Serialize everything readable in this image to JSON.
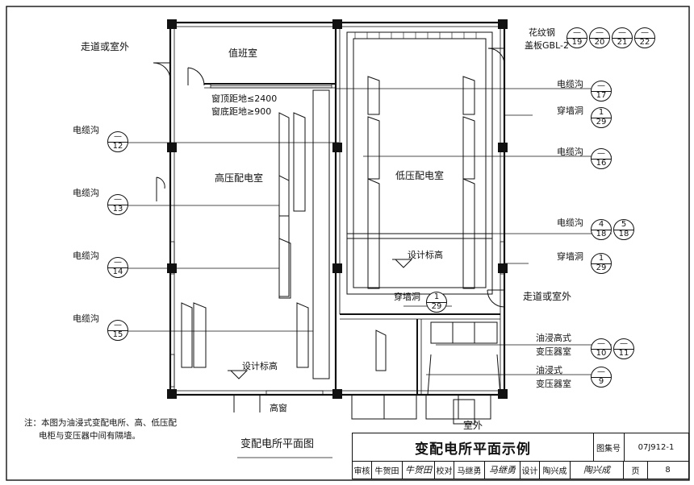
{
  "rooms": {
    "duty_room": "值班室",
    "hv_room": "高压配电室",
    "lv_room": "低压配电室"
  },
  "side_labels": {
    "corridor_top": "走道或室外",
    "corridor_right": "走道或室外",
    "outdoor_bottom": "室外",
    "high_window": "高窗"
  },
  "window_notes": {
    "line1": "窗顶距地≤2400",
    "line2": "窗底距地≥900"
  },
  "design_level": {
    "lv": "设计标高",
    "hv": "设计标高"
  },
  "cable_trench_left": [
    {
      "label": "电缆沟",
      "top": "—",
      "bottom": "12"
    },
    {
      "label": "电缆沟",
      "top": "—",
      "bottom": "13"
    },
    {
      "label": "电缆沟",
      "top": "—",
      "bottom": "14"
    },
    {
      "label": "电缆沟",
      "top": "—",
      "bottom": "15"
    }
  ],
  "right_callouts": {
    "checker_plate_label_1": "花纹钢",
    "checker_plate_label_2": "盖板GBL-2",
    "checker_plate_refs": [
      "19",
      "20",
      "21",
      "22"
    ],
    "cable_trench_1": {
      "label": "电缆沟",
      "top": "—",
      "bottom": "17"
    },
    "wall_opening_1": {
      "label": "穿墙洞",
      "top": "1",
      "bottom": "29"
    },
    "cable_trench_2": {
      "label": "电缆沟",
      "top": "—",
      "bottom": "16"
    },
    "cable_trench_3": {
      "label": "电缆沟",
      "pair": [
        {
          "top": "4",
          "bottom": "18"
        },
        {
          "top": "5",
          "bottom": "18"
        }
      ]
    },
    "wall_opening_2": {
      "label": "穿墙洞",
      "top": "1",
      "bottom": "29"
    },
    "wall_opening_mid": {
      "label": "穿墙洞",
      "top": "1",
      "bottom": "29"
    },
    "transformer_high_1": "油浸高式",
    "transformer_high_2": "变压器室",
    "transformer_high_refs": [
      {
        "top": "—",
        "bottom": "10"
      },
      {
        "top": "—",
        "bottom": "11"
      }
    ],
    "transformer_1": "油浸式",
    "transformer_2": "变压器室",
    "transformer_ref": {
      "top": "—",
      "bottom": "9"
    }
  },
  "note": {
    "line1": "注：本图为油浸式变配电所、高、低压配",
    "line2": "电柜与变压器中间有隔墙。"
  },
  "plan_title": "变配电所平面图",
  "title_block": {
    "title": "变配电所平面示例",
    "set_label": "图集号",
    "set_no": "07J912-1",
    "review_label": "审核",
    "reviewer": "牛贺田",
    "reviewer_sig": "牛贺田",
    "check_label": "校对",
    "checker": "马继勇",
    "checker_sig": "马继勇",
    "design_label": "设计",
    "designer": "陶兴成",
    "designer_sig": "陶兴成",
    "page_label": "页",
    "page_no": "8"
  }
}
